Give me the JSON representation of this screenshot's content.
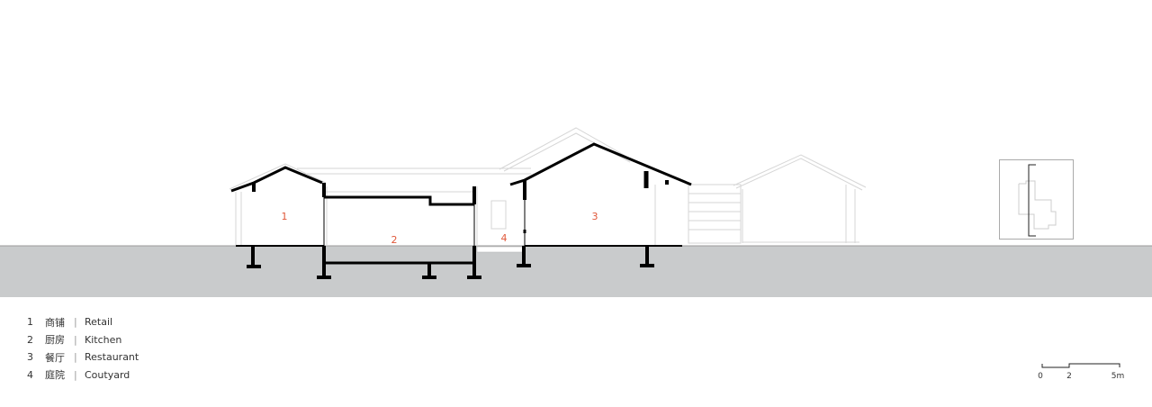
{
  "drawing": {
    "rooms": [
      {
        "number": "1",
        "zh": "商铺",
        "en": "Retail"
      },
      {
        "number": "2",
        "zh": "厨房",
        "en": "Kitchen"
      },
      {
        "number": "3",
        "zh": "餐厅",
        "en": "Restaurant"
      },
      {
        "number": "4",
        "zh": "庭院",
        "en": "Coutyard"
      }
    ],
    "separator": "|",
    "scale_bar": {
      "labels": [
        "0",
        "2",
        "5m"
      ]
    },
    "colors": {
      "ground": "#c9cbcc",
      "section_line": "#000000",
      "room_label": "#e0583a",
      "elevation_line": "#d4d4d4"
    }
  }
}
